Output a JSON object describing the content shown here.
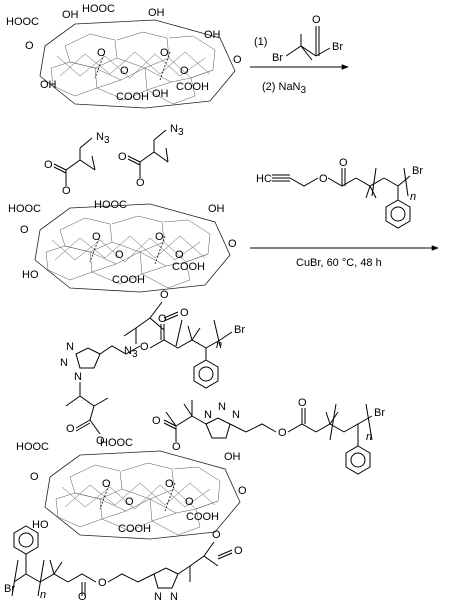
{
  "colors": {
    "carboxyl": "#1010c8",
    "hydroxyl": "#10a010",
    "ketone": "#c020c0",
    "epoxide": "#d01010",
    "ester_o": "#10a010",
    "bond": "#000000"
  },
  "graphene_oxide": {
    "cooh": "COOH",
    "hooc": "HOOC",
    "oh": "OH",
    "ho": "HO",
    "o": "O"
  },
  "reagent": {
    "br": "Br",
    "o": "O",
    "hc": "HC",
    "n": "n",
    "n3": "N",
    "n3_sub": "3",
    "n_atom": "N"
  },
  "step1": {
    "label1": "(1)",
    "label2": "(2) NaN",
    "label2_sub": "3"
  },
  "step2": {
    "conditions": "CuBr, 60 °C, 48 h"
  }
}
